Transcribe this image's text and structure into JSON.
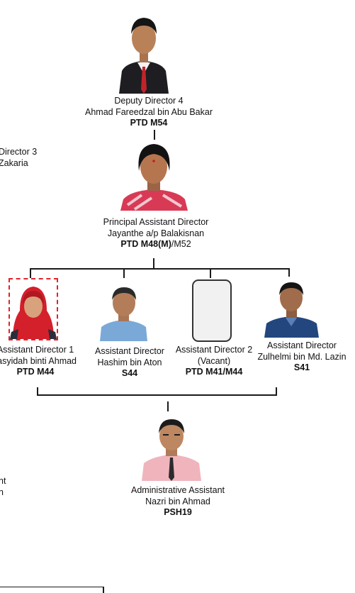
{
  "deputy": {
    "title": "Deputy Director 4",
    "name": "Ahmad Fareedzal bin Abu Bakar",
    "grade": "PTD M54"
  },
  "cut_left_top": {
    "line1": "Director 3",
    "line2": "Zakaria"
  },
  "principal": {
    "title": "Principal Assistant Director",
    "name": "Jayanthe a/p Balakisnan",
    "grade_bold": "PTD M48(M)",
    "grade_rest": "/M52"
  },
  "assistants": [
    {
      "title": "Assistant Director 1",
      "name": "rasyidah binti Ahmad",
      "grade": "PTD M44"
    },
    {
      "title": "Assistant Director",
      "name": "Hashim bin Aton",
      "grade": "S44"
    },
    {
      "title": "Assistant Director 2",
      "name": "(Vacant)",
      "grade": "PTD M41/M44"
    },
    {
      "title": "Assistant Director",
      "name": "Zulhelmi bin Md. Lazin",
      "grade": "S41"
    }
  ],
  "cut_left_bottom": {
    "line1": "nt",
    "line2": "n"
  },
  "admin": {
    "title": "Administrative Assistant",
    "name": "Nazri bin Ahmad",
    "grade": "PSH19"
  },
  "colors": {
    "vacant_border": "#333333",
    "highlight_dash": "#e0222a"
  },
  "icons": [
    "person-photo",
    "vacant-placeholder"
  ]
}
